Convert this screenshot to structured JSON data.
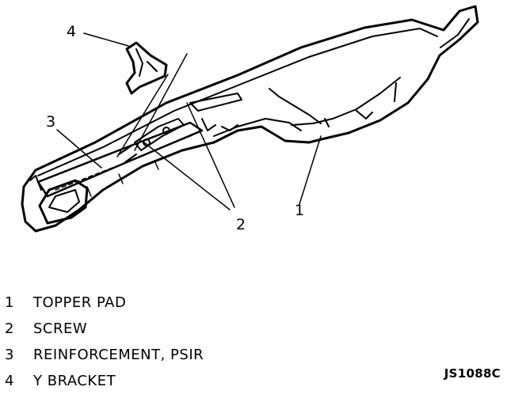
{
  "diagram": {
    "callouts": [
      {
        "number": "1"
      },
      {
        "number": "2"
      },
      {
        "number": "3"
      },
      {
        "number": "4"
      }
    ]
  },
  "legend": {
    "items": [
      {
        "number": "1",
        "label": "TOPPER PAD"
      },
      {
        "number": "2",
        "label": "SCREW"
      },
      {
        "number": "3",
        "label": "REINFORCEMENT, PSIR"
      },
      {
        "number": "4",
        "label": "Y BRACKET"
      }
    ]
  },
  "figure_id": "JS1088C"
}
